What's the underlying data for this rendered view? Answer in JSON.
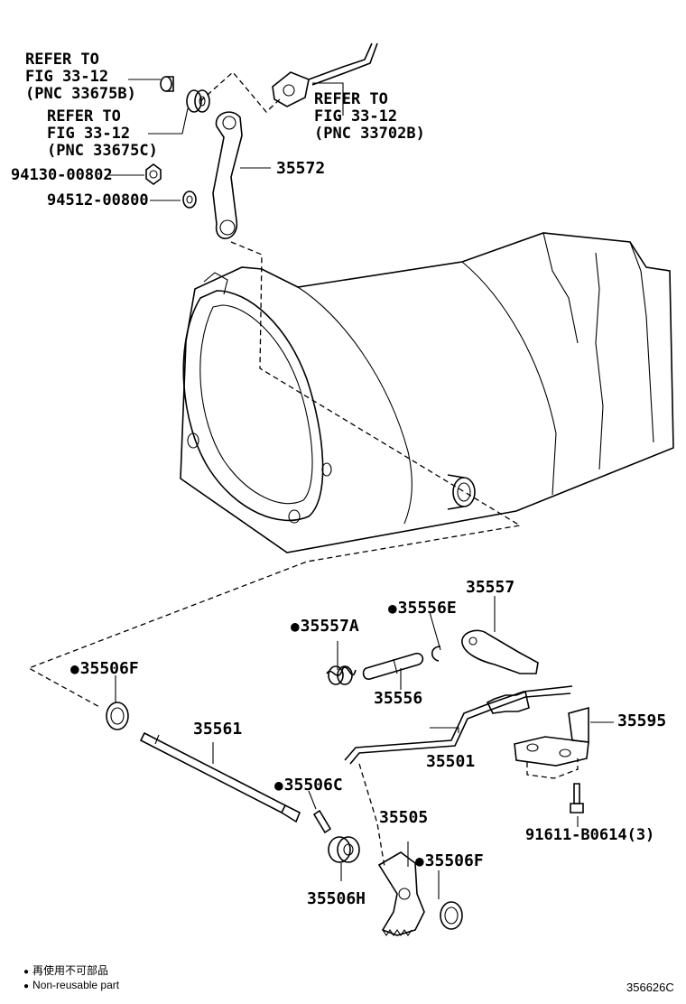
{
  "refs": {
    "ref_b": [
      "REFER TO",
      "FIG 33-12",
      "(PNC 33675B)"
    ],
    "ref_c": [
      "REFER TO",
      "FIG 33-12",
      "(PNC 33675C)"
    ],
    "ref_cable": [
      "REFER TO",
      "FIG 33-12",
      "(PNC 33702B)"
    ]
  },
  "parts": {
    "p94130": "94130-00802",
    "p94512": "94512-00800",
    "p35572": "35572",
    "p35557A": "35557A",
    "p35556E": "35556E",
    "p35557": "35557",
    "p35506F_top": "35506F",
    "p35556": "35556",
    "p35561": "35561",
    "p35595": "35595",
    "p35501": "35501",
    "p35506C": "35506C",
    "p35505": "35505",
    "p35506F_bot": "35506F",
    "p35506H": "35506H",
    "p91611": "91611-B0614(3)"
  },
  "legend": {
    "line1": "再使用不可部品",
    "line2": "Non-reusable part"
  },
  "illustration_code": "356626C"
}
